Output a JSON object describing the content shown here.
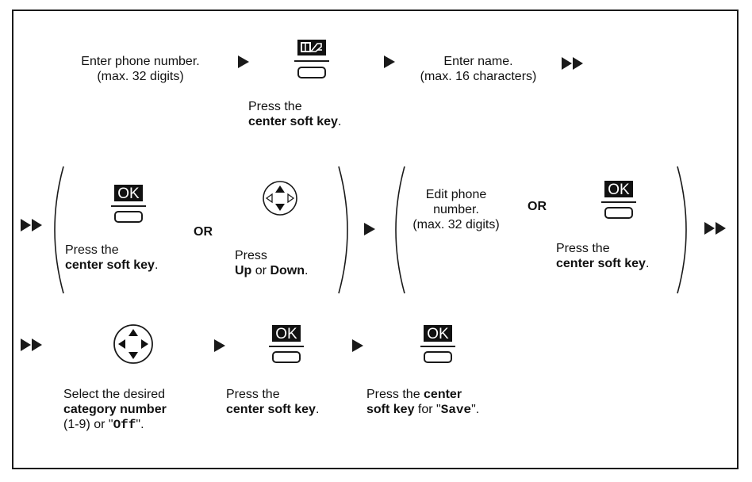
{
  "colors": {
    "line": "#1a1a1a",
    "key_fill": "#111111",
    "key_text": "#ffffff",
    "background": "#ffffff"
  },
  "icons": {
    "arrow": "play-arrow-icon",
    "double_arrow": "fast-forward-icon",
    "phonebook_key": "phonebook-soft-key-icon",
    "ok_key": "ok-soft-key-icon",
    "nav_up_down": "navigator-up-down-icon",
    "nav_four_way": "navigator-four-way-icon"
  },
  "row1": {
    "enter_phone_line1": "Enter phone number.",
    "enter_phone_line2": "(max. 32 digits)",
    "press_center_line1": "Press the",
    "press_center_bold": "center soft key",
    "press_center_tail": ".",
    "enter_name_line1": "Enter name.",
    "enter_name_line2": "(max. 16 characters)"
  },
  "row2": {
    "ok_label": "OK",
    "press_center_line1": "Press the",
    "press_center_bold": "center soft key",
    "press_center_tail": ".",
    "or1": "OR",
    "press_line1": "Press",
    "up_bold": "Up",
    "or_word": " or ",
    "down_bold": "Down",
    "updown_tail": ".",
    "edit_line1": "Edit phone",
    "edit_line2": "number.",
    "edit_line3": "(max. 32 digits)",
    "or2": "OR",
    "ok2_label": "OK",
    "press2_line1": "Press the",
    "press2_bold": "center soft key",
    "press2_tail": "."
  },
  "row3": {
    "select_line1": "Select the desired",
    "select_bold": "category number",
    "select_line3_a": "(1-9) or \"",
    "select_off": "Off",
    "select_line3_b": "\".",
    "ok_label": "OK",
    "press_line1": "Press the",
    "press_bold": "center soft key",
    "press_tail": ".",
    "ok2_label": "OK",
    "save_line1_a": "Press the ",
    "save_line1_bold": "center",
    "save_line2_bold": "soft key",
    "save_line2_a": " for \"",
    "save_word": "Save",
    "save_line2_b": "\"."
  }
}
